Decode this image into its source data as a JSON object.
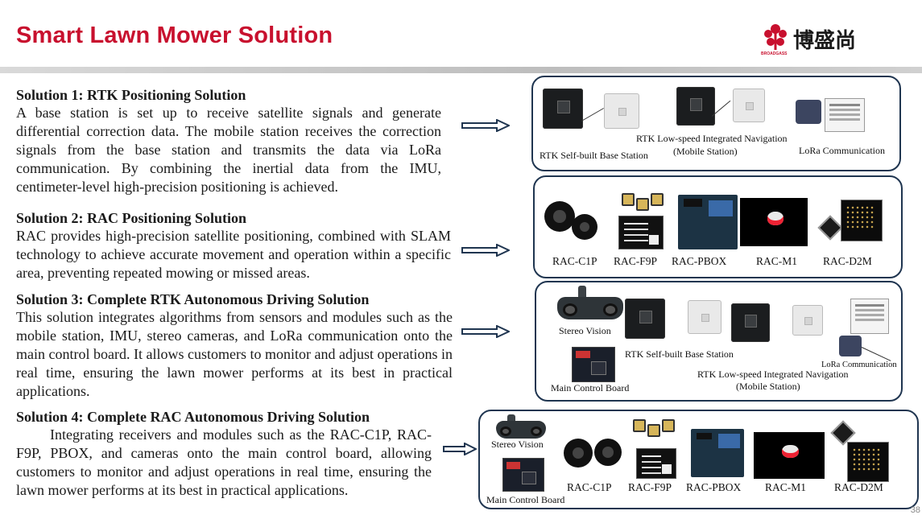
{
  "header": {
    "title": "Smart Lawn Mower Solution",
    "logo_text": "博盛尚",
    "logo_sub": "BROADGASS",
    "brand_color": "#c8102e"
  },
  "solutions": [
    {
      "heading": "Solution 1: RTK Positioning Solution",
      "body": "A base station is set up to receive satellite signals and generate differential correction data. The mobile station receives the correction signals from the base station and transmits the data via LoRa communication. By combining the inertial data from the IMU, centimeter-level high-precision positioning is achieved."
    },
    {
      "heading": "Solution 2: RAC Positioning Solution",
      "body": "RAC provides high-precision satellite positioning, combined with SLAM technology to achieve accurate movement and operation within a specific area, preventing repeated mowing or missed areas."
    },
    {
      "heading": "Solution 3: Complete RTK Autonomous Driving Solution",
      "body": "This solution integrates algorithms from sensors and modules such as the mobile station, IMU, stereo cameras, and LoRa communication onto the main control board. It allows customers to monitor and adjust operations in real time, ensuring the lawn mower performs at its best in practical applications."
    },
    {
      "heading": "Solution 4: Complete RAC Autonomous Driving Solution",
      "body": "Integrating receivers and modules such as the RAC-C1P, RAC-F9P, PBOX, and cameras onto the main control board, allowing customers to monitor and adjust operations in real time, ensuring the lawn mower performs at its best in practical applications."
    }
  ],
  "panel1": {
    "base_station": "RTK Self-built Base Station",
    "nav_line1": "RTK Low-speed Integrated Navigation",
    "nav_line2": "(Mobile Station)",
    "lora": "LoRa Communication"
  },
  "panel2": {
    "items": [
      "RAC-C1P",
      "RAC-F9P",
      "RAC-PBOX",
      "RAC-M1",
      "RAC-D2M"
    ]
  },
  "panel3": {
    "stereo": "Stereo Vision",
    "base_station": "RTK Self-built Base Station",
    "main_board": "Main Control Board",
    "lora": "LoRa Communication",
    "nav_line1": "RTK Low-speed Integrated Navigation",
    "nav_line2": "(Mobile Station)"
  },
  "panel4": {
    "stereo": "Stereo Vision",
    "main_board": "Main Control Board",
    "items": [
      "RAC-C1P",
      "RAC-F9P",
      "RAC-PBOX",
      "RAC-M1",
      "RAC-D2M"
    ]
  },
  "page_number": "38"
}
